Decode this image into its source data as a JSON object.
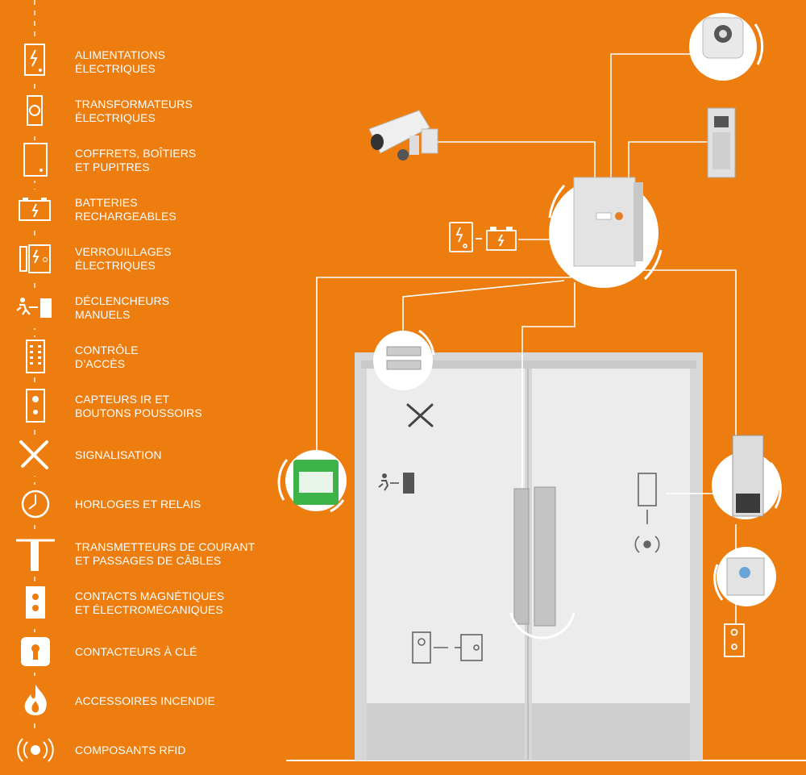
{
  "legend": {
    "items": [
      {
        "label": "ALIMENTATIONS\nÉLECTRIQUES",
        "icon": "power-supply-icon"
      },
      {
        "label": "TRANSFORMATEURS\nÉLECTRIQUES",
        "icon": "transformer-icon"
      },
      {
        "label": "COFFRETS, BOÎTIERS\nET PUPITRES",
        "icon": "enclosure-icon"
      },
      {
        "label": "BATTERIES\nRECHARGEABLES",
        "icon": "battery-icon"
      },
      {
        "label": "VERROUILLAGES\nÉLECTRIQUES",
        "icon": "electric-lock-icon"
      },
      {
        "label": "DÉCLENCHEURS\nMANUELS",
        "icon": "manual-release-icon"
      },
      {
        "label": "CONTRÔLE\nD’ACCÈS",
        "icon": "keypad-icon"
      },
      {
        "label": "CAPTEURS IR ET\nBOUTONS POUSSOIRS",
        "icon": "push-button-icon"
      },
      {
        "label": "SIGNALISATION",
        "icon": "tools-icon"
      },
      {
        "label": "HORLOGES ET RELAIS",
        "icon": "clock-icon"
      },
      {
        "label": "TRANSMETTEURS DE COURANT\nET PASSAGES DE CÂBLES",
        "icon": "cable-transfer-icon"
      },
      {
        "label": "CONTACTS MAGNÉTIQUES\nET ÉLECTROMÉCANIQUES",
        "icon": "magnetic-contact-icon"
      },
      {
        "label": "CONTACTEURS À CLÉ",
        "icon": "key-switch-icon"
      },
      {
        "label": "ACCESSOIRES INCENDIE",
        "icon": "fire-icon"
      },
      {
        "label": "COMPOSANTS RFID",
        "icon": "rfid-icon"
      }
    ]
  },
  "colors": {
    "background": "#ec7d0e",
    "foreground": "#ffffff",
    "door": "#e6e6e6",
    "metal": "#b8b8b8"
  },
  "diagram": {
    "devices": [
      "power-supply-cabinet-icon",
      "cctv-camera-icon",
      "siren-icon",
      "video-intercom-icon",
      "magnetic-contact-icon",
      "break-glass-call-point-icon",
      "access-keypad-icon",
      "exit-button-icon",
      "electromagnetic-lock-icon"
    ]
  }
}
